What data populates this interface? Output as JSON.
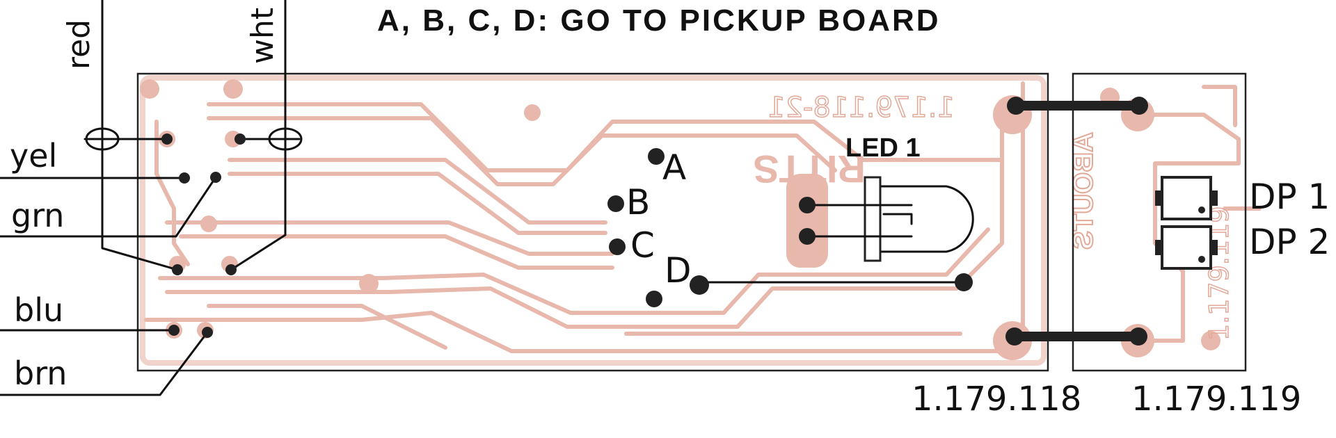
{
  "title": "A, B, C, D: GO TO PICKUP BOARD",
  "wires": {
    "red": "red",
    "wht": "wht",
    "yel": "yel",
    "grn": "grn",
    "blu": "blu",
    "brn": "brn"
  },
  "points": {
    "a": "A",
    "b": "B",
    "c": "C",
    "d": "D"
  },
  "components": {
    "led": "LED 1",
    "dp1": "DP 1",
    "dp2": "DP 2"
  },
  "boards": {
    "main_part_number": "1.179.118",
    "aux_part_number": "1.179.119"
  },
  "silkscreen": {
    "mirrored_number": "1.179.118-21",
    "mirrored_brand": "RITTS",
    "aux_mirrored_brand": "ABOUTS",
    "aux_mirrored_number": "1.179.119"
  },
  "colors": {
    "copper": "#e8b8ac",
    "ink": "#111111",
    "background": "#ffffff"
  }
}
